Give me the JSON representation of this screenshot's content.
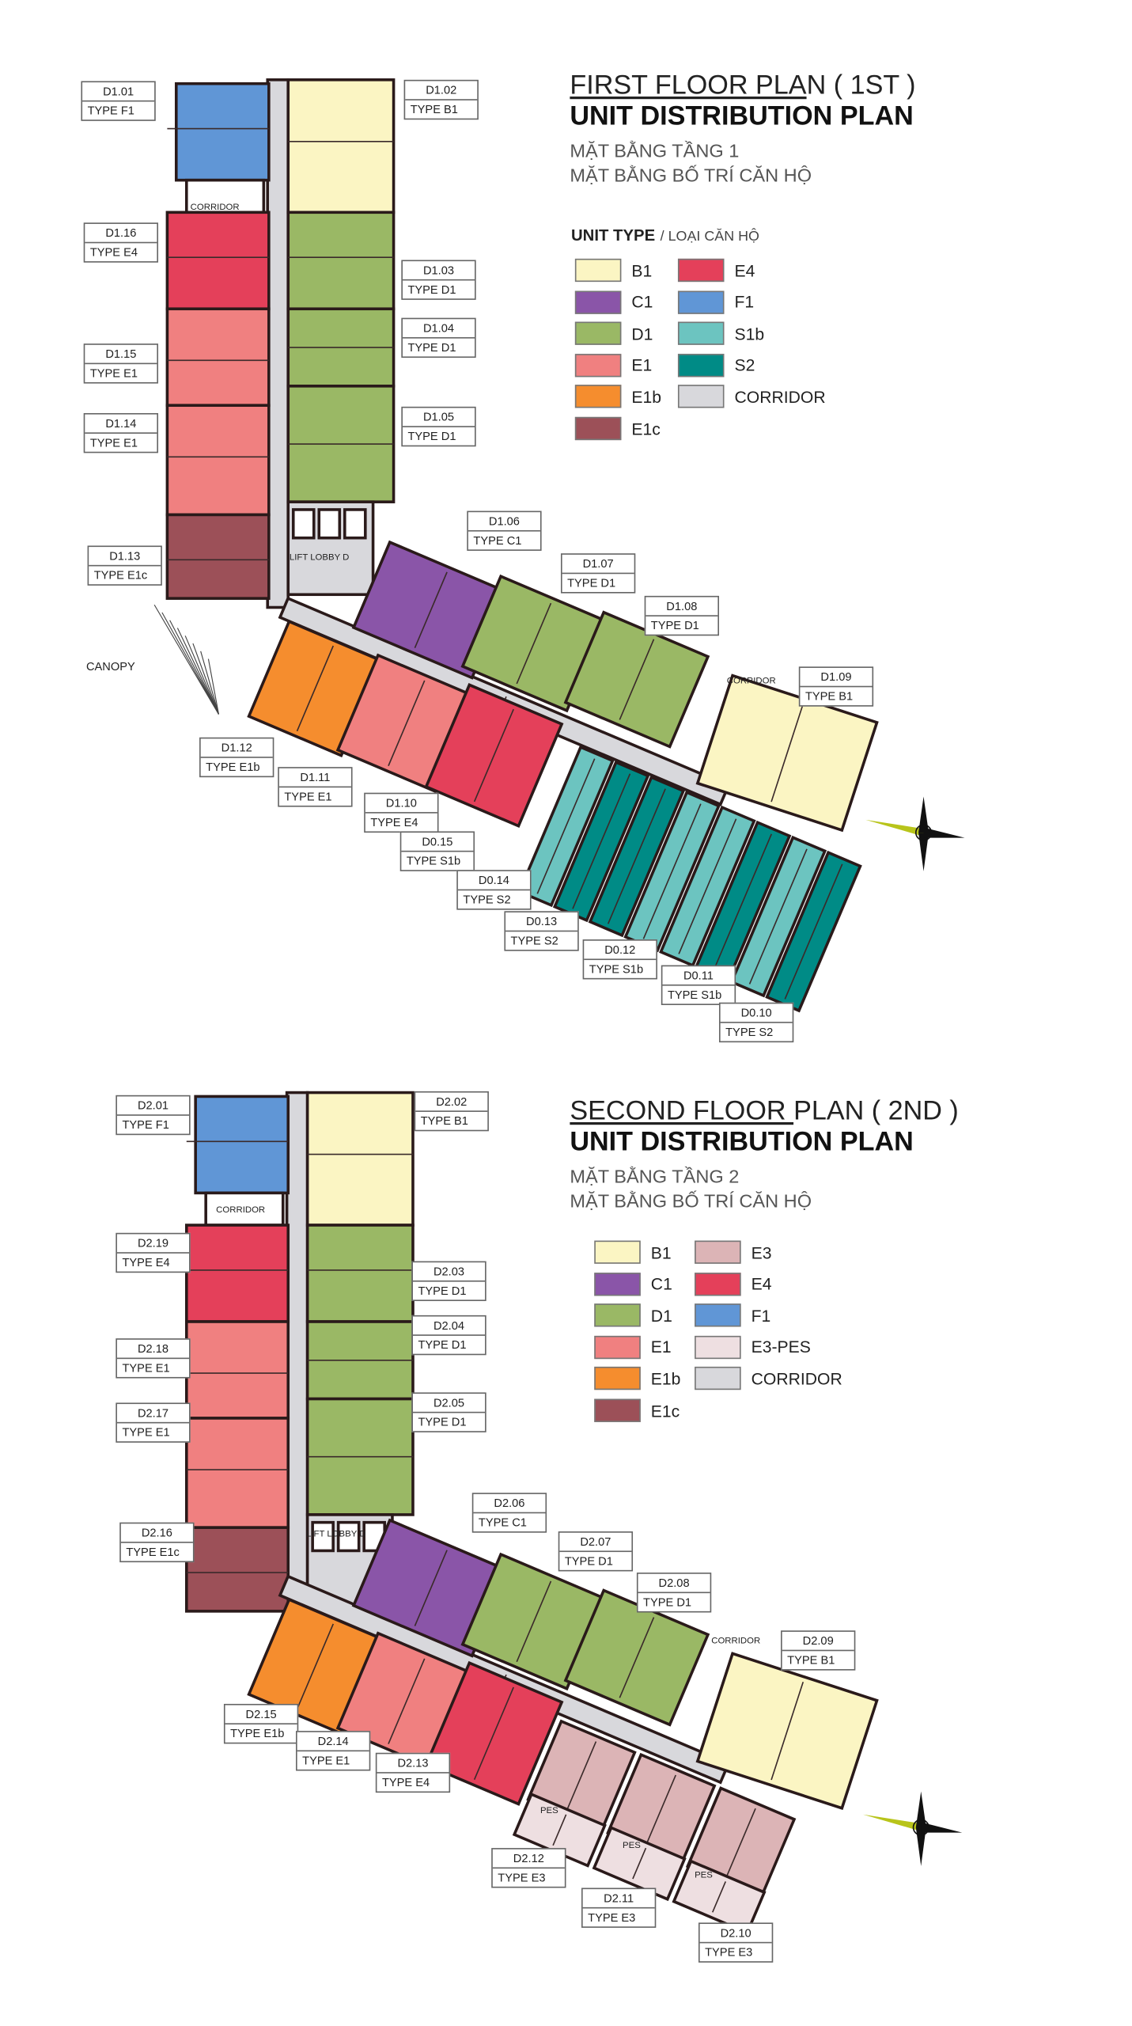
{
  "colors": {
    "B1": "#fbf5c3",
    "C1": "#8a55a8",
    "D1": "#9ab865",
    "E1": "#f08080",
    "E1b": "#f58d2e",
    "E1c": "#9c5058",
    "E4": "#e4405a",
    "F1": "#6096d6",
    "S1b": "#6cc4c0",
    "S2": "#008b86",
    "CORRIDOR": "#d8d8dc",
    "E3": "#dcb4b6",
    "E3-PES": "#eedfe1"
  },
  "floor1": {
    "title_underlined": "FIRST FLOOR PLA",
    "title_rest": "N ( 1ST )",
    "subtitle": "UNIT DISTRIBUTION PLAN",
    "vn_line1": "MẶT BẰNG TẦNG 1",
    "vn_line2": "MẶT BẰNG BỐ TRÍ CĂN HỘ",
    "legend_heading": "UNIT TYPE",
    "legend_heading_vn": "/ LOẠI CĂN HỘ",
    "legend": [
      [
        "B1",
        "E4"
      ],
      [
        "C1",
        "F1"
      ],
      [
        "D1",
        "S1b"
      ],
      [
        "E1",
        "S2"
      ],
      [
        "E1b",
        "CORRIDOR"
      ],
      [
        "E1c"
      ]
    ],
    "notes": [
      "CORRIDOR",
      "LIFT LOBBY D",
      "CANOPY",
      "CORRIDOR"
    ],
    "units": [
      {
        "id": "D1.01",
        "type": "TYPE  F1"
      },
      {
        "id": "D1.02",
        "type": "TYPE  B1"
      },
      {
        "id": "D1.16",
        "type": "TYPE   E4"
      },
      {
        "id": "D1.03",
        "type": "TYPE   D1"
      },
      {
        "id": "D1.04",
        "type": "TYPE  D1"
      },
      {
        "id": "D1.15",
        "type": "TYPE  E1"
      },
      {
        "id": "D1.05",
        "type": "TYPE   D1"
      },
      {
        "id": "D1.14",
        "type": "TYPE   E1"
      },
      {
        "id": "D1.13",
        "type": "TYPE   E1c"
      },
      {
        "id": "D1.06",
        "type": "TYPE   C1"
      },
      {
        "id": "D1.07",
        "type": "TYPE   D1"
      },
      {
        "id": "D1.08",
        "type": "TYPE   D1"
      },
      {
        "id": "D1.09",
        "type": "TYPE  B1"
      },
      {
        "id": "D1.12",
        "type": "TYPE E1b"
      },
      {
        "id": "D1.11",
        "type": "TYPE E1"
      },
      {
        "id": "D1.10",
        "type": "TYPE   E4"
      },
      {
        "id": "D0.15",
        "type": "TYPE   S1b"
      },
      {
        "id": "D0.14",
        "type": "TYPE   S2"
      },
      {
        "id": "D0.13",
        "type": "TYPE S2"
      },
      {
        "id": "D0.12",
        "type": "TYPE   S1b"
      },
      {
        "id": "D0.11",
        "type": "TYPE S1b"
      },
      {
        "id": "D0.10",
        "type": "TYPE   S2"
      }
    ]
  },
  "floor2": {
    "title_underlined": "SECOND FLOOR ",
    "title_rest": "PLAN ( 2ND )",
    "subtitle": "UNIT DISTRIBUTION PLAN",
    "vn_line1": "MẶT BẰNG TẦNG 2",
    "vn_line2": "MẶT BẰNG BỐ TRÍ CĂN HỘ",
    "legend": [
      [
        "B1",
        "E3"
      ],
      [
        "C1",
        "E4"
      ],
      [
        "D1",
        "F1"
      ],
      [
        "E1",
        "E3-PES"
      ],
      [
        "E1b",
        "CORRIDOR"
      ],
      [
        "E1c"
      ]
    ],
    "notes": [
      "CORRIDOR",
      "LIFT LOBBY D",
      "CORRIDOR",
      "PES",
      "PES",
      "PES"
    ],
    "units": [
      {
        "id": "D2.01",
        "type": "TYPE  F1"
      },
      {
        "id": "D2.02",
        "type": "TYPE  B1"
      },
      {
        "id": "D2.19",
        "type": "TYPE   E4"
      },
      {
        "id": "D2.03",
        "type": "TYPE   D1"
      },
      {
        "id": "D2.04",
        "type": "TYPE   D1"
      },
      {
        "id": "D2.18",
        "type": "TYPE E1"
      },
      {
        "id": "D2.05",
        "type": "TYPE   D1"
      },
      {
        "id": "D2.17",
        "type": "TYPE   E1"
      },
      {
        "id": "D2.16",
        "type": "TYPE   E1c"
      },
      {
        "id": "D2.06",
        "type": "TYPE   C1"
      },
      {
        "id": "D2.07",
        "type": "TYPE   D1"
      },
      {
        "id": "D2.08",
        "type": "TYPE   D1"
      },
      {
        "id": "D2.09",
        "type": "TYPE  B1"
      },
      {
        "id": "D2.15",
        "type": "TYPE E1b"
      },
      {
        "id": "D2.14",
        "type": "TYPE   E1"
      },
      {
        "id": "D2.13",
        "type": "TYPE   E4"
      },
      {
        "id": "D2.12",
        "type": "TYPE E3"
      },
      {
        "id": "D2.11",
        "type": "TYPE   E3"
      },
      {
        "id": "D2.10",
        "type": "TYPE E3"
      }
    ]
  }
}
